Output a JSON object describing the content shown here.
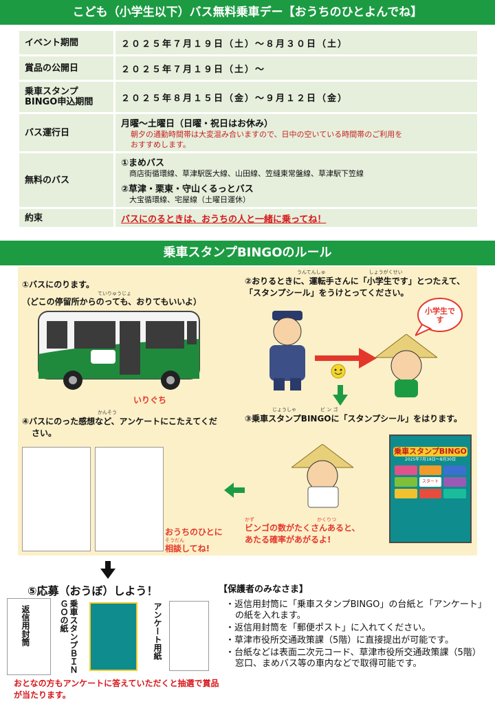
{
  "header": {
    "title": "こども（小学生以下）バス無料乗車デー【おうちのひとよんでね】"
  },
  "info": {
    "event_label": "イベント期間",
    "event_value": "２０２５年７月１９日（土）～８月３０日（土）",
    "prize_label": "賞品の公開日",
    "prize_value": "２０２５年７月１９日（土）～",
    "stamp_label_1": "乗車スタンプ",
    "stamp_label_2": "BINGO申込期間",
    "stamp_value": "２０２５年８月１５日（金）～９月１２日（金）",
    "bus_day_label": "バス運行日",
    "bus_day_value": "月曜～土曜日（日曜・祝日はお休み）",
    "bus_day_note_1": "朝夕の通勤時間帯は大変混み合いますので、日中の空いている時間帯のご利用を",
    "bus_day_note_2": "おすすめします。",
    "free_label": "無料のバス",
    "free_1_title": "①まめバス",
    "free_1_routes": "商店街循環線、草津駅医大線、山田線、笠縫東常盤線、草津駅下笠線",
    "free_2_title": "②草津・栗東・守山くるっとバス",
    "free_2_routes": "大宝循環線、宅屋線（土曜日運休）",
    "promise_label": "約束",
    "promise_value": "バスにのるときは、おうちの人と一緒に乗ってね！"
  },
  "rules": {
    "title": "乗車スタンプBINGOのルール",
    "step1": "①バスにのります。",
    "step1_ruby": "ていりゅうじょ",
    "step1_sub": "（どこの停留所からのっても、おりてもいいよ）",
    "entrance": "いりぐち",
    "step2_ruby": "うんてんしゅ　　　　　　　　　しょうがくせい",
    "step2_line1": "②おりるときに、運転手さんに「小学生です」とつたえて、",
    "step2_line2": "「スタンプシール」をうけとってください。",
    "bubble": "小学生です",
    "step3_ruby": "じょうしゃ　　　　　ビ ン ゴ",
    "step3": "③乗車スタンプBINGOに「スタンプシール」をはります。",
    "step4_ruby": "かんそう",
    "step4_line1": "④バスにのった感想など、アンケートにこたえてくだ",
    "step4_line2": "さい。",
    "consult_1": "おうちのひとに",
    "consult_ruby": "そうだん",
    "consult_2": "相談してね!",
    "bingo_ruby": "かず　　　　　　　　　　　　　かくりつ",
    "bingo_1": "ビンゴの数がたくさんあると、",
    "bingo_2": "あたる確率があがるよ!",
    "card_title": "乗車スタンプBINGO",
    "card_date": "2025年7月19日～8月30日",
    "card_start": "スタート"
  },
  "apply": {
    "title": "⑤応募（おうぼ）しよう！",
    "envelope": "返信用封筒",
    "bingo_sheet": "乗車スタンプＢＩＮＧＯの紙",
    "survey": "アンケート用紙",
    "adult_note": "おとなの方もアンケートに答えていただくと抽選で賞品が当たります。"
  },
  "guardians": {
    "title": "【保護者のみなさま】",
    "item1": "・返信用封筒に「乗車スタンプBINGO」の台紙と「アンケート」の紙を入れます。",
    "item2": "・返信用封筒を「郵便ポスト」に入れてください。",
    "item3": "・草津市役所交通政策課（5階）に直接提出が可能です。",
    "item4": "・台紙などは表面二次元コード、草津市役所交通政策課（5階）窓口、まめバス等の車内などで取得可能です。"
  },
  "colors": {
    "green": "#1d9b43",
    "red": "#d6161a",
    "cream": "#fbf0c8",
    "table_bg": "#e5efdc"
  }
}
